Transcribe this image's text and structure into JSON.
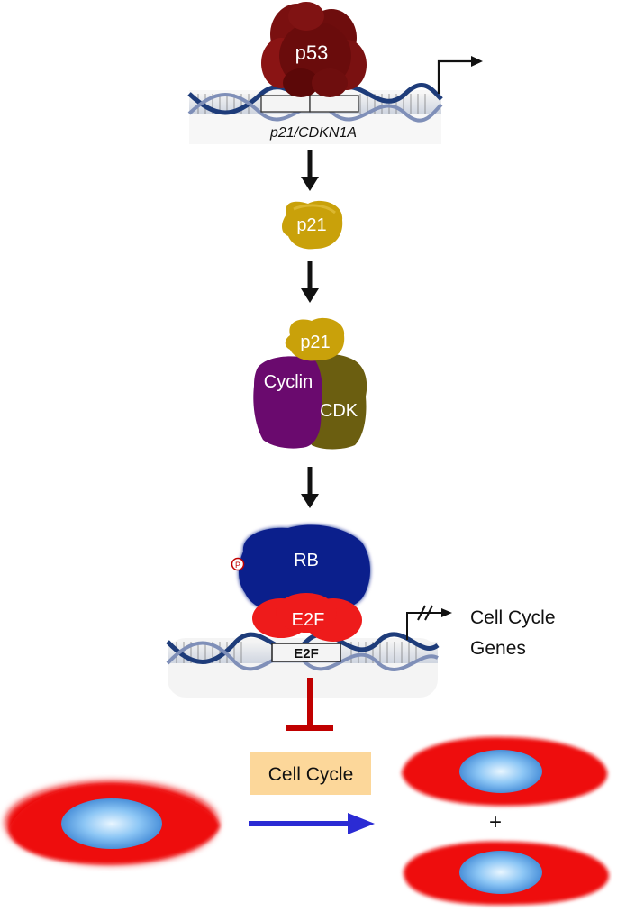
{
  "labels": {
    "p53": "p53",
    "gene": "p21/CDKN1A",
    "p21_free": "p21",
    "p21_complex": "p21",
    "cyclin": "Cyclin",
    "cdk": "CDK",
    "rb": "RB",
    "phospho": "P",
    "e2f_protein": "E2F",
    "e2f_site": "E2F",
    "cell_cycle_genes_line1": "Cell Cycle",
    "cell_cycle_genes_line2": "Genes",
    "cell_cycle_box": "Cell Cycle",
    "plus": "+"
  },
  "colors": {
    "p53": "#6e0d0d",
    "p21": "#c9a10a",
    "cyclin": "#6a0a6e",
    "cdk": "#6b5e10",
    "rb": "#0b1f8c",
    "e2f": "#ee1b1b",
    "cell_body": "#ee1111",
    "nucleus": "#6fb4f0",
    "cell_cycle_box": "#fcd79a",
    "black_arrow": "#111111",
    "blue_arrow": "#2b2bd4",
    "inhibition": "#c00000",
    "dna_strand": "#1e3c7a"
  }
}
